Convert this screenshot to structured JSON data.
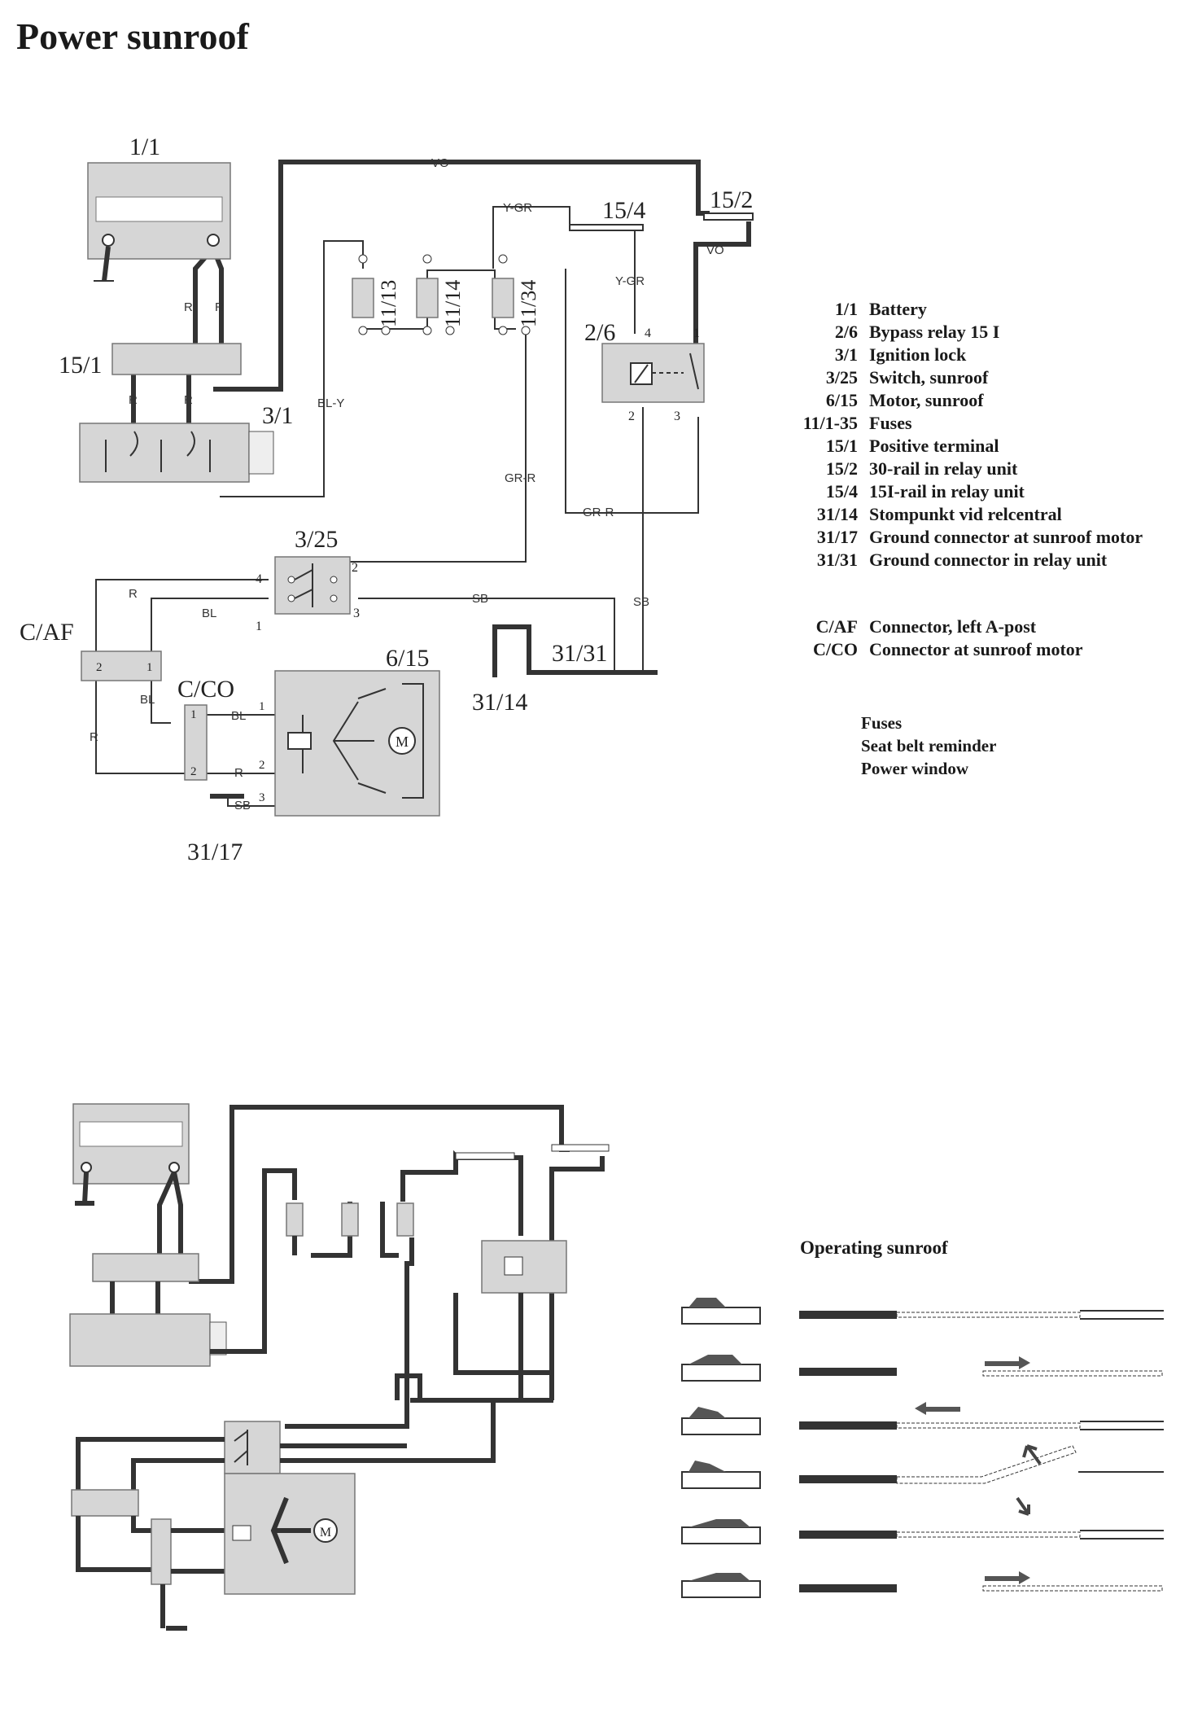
{
  "title": "Power sunroof",
  "components": {
    "battery": "1/1",
    "bypass_relay": "2/6",
    "ignition_lock": "3/1",
    "switch": "3/25",
    "motor": "6/15",
    "fuse_a": "11/13",
    "fuse_b": "11/14",
    "fuse_c": "11/34",
    "positive_terminal": "15/1",
    "rail_30": "15/2",
    "rail_15": "15/4",
    "ground_14": "31/14",
    "ground_17": "31/17",
    "ground_31": "31/31",
    "connector_af": "C/AF",
    "connector_co": "C/CO",
    "motor_symbol": "M"
  },
  "wire_colors": {
    "vo": "VO",
    "y_gr": "Y-GR",
    "r": "R",
    "bl_y": "BL-Y",
    "gr_r": "GR-R",
    "bl": "BL",
    "sb": "SB"
  },
  "pins": {
    "p1": "1",
    "p2": "2",
    "p3": "3",
    "p4": "4"
  },
  "legend": [
    {
      "code": "1/1",
      "desc": "Battery"
    },
    {
      "code": "2/6",
      "desc": "Bypass relay 15 I"
    },
    {
      "code": "3/1",
      "desc": "Ignition lock"
    },
    {
      "code": "3/25",
      "desc": "Switch, sunroof"
    },
    {
      "code": "6/15",
      "desc": "Motor, sunroof"
    },
    {
      "code": "11/1-35",
      "desc": "Fuses"
    },
    {
      "code": "15/1",
      "desc": "Positive terminal"
    },
    {
      "code": "15/2",
      "desc": "30-rail in relay unit"
    },
    {
      "code": "15/4",
      "desc": "15I-rail in relay unit"
    },
    {
      "code": "31/14",
      "desc": "Stompunkt vid relcentral"
    },
    {
      "code": "31/17",
      "desc": "Ground connector at sunroof motor"
    },
    {
      "code": "31/31",
      "desc": "Ground connector in relay unit"
    }
  ],
  "connectors": [
    {
      "code": "C/AF",
      "desc": "Connector, left A-post"
    },
    {
      "code": "C/CO",
      "desc": "Connector at sunroof motor"
    }
  ],
  "fuse_notes": [
    "Fuses",
    "Seat belt reminder",
    "Power window"
  ],
  "operating_title": "Operating sunroof"
}
